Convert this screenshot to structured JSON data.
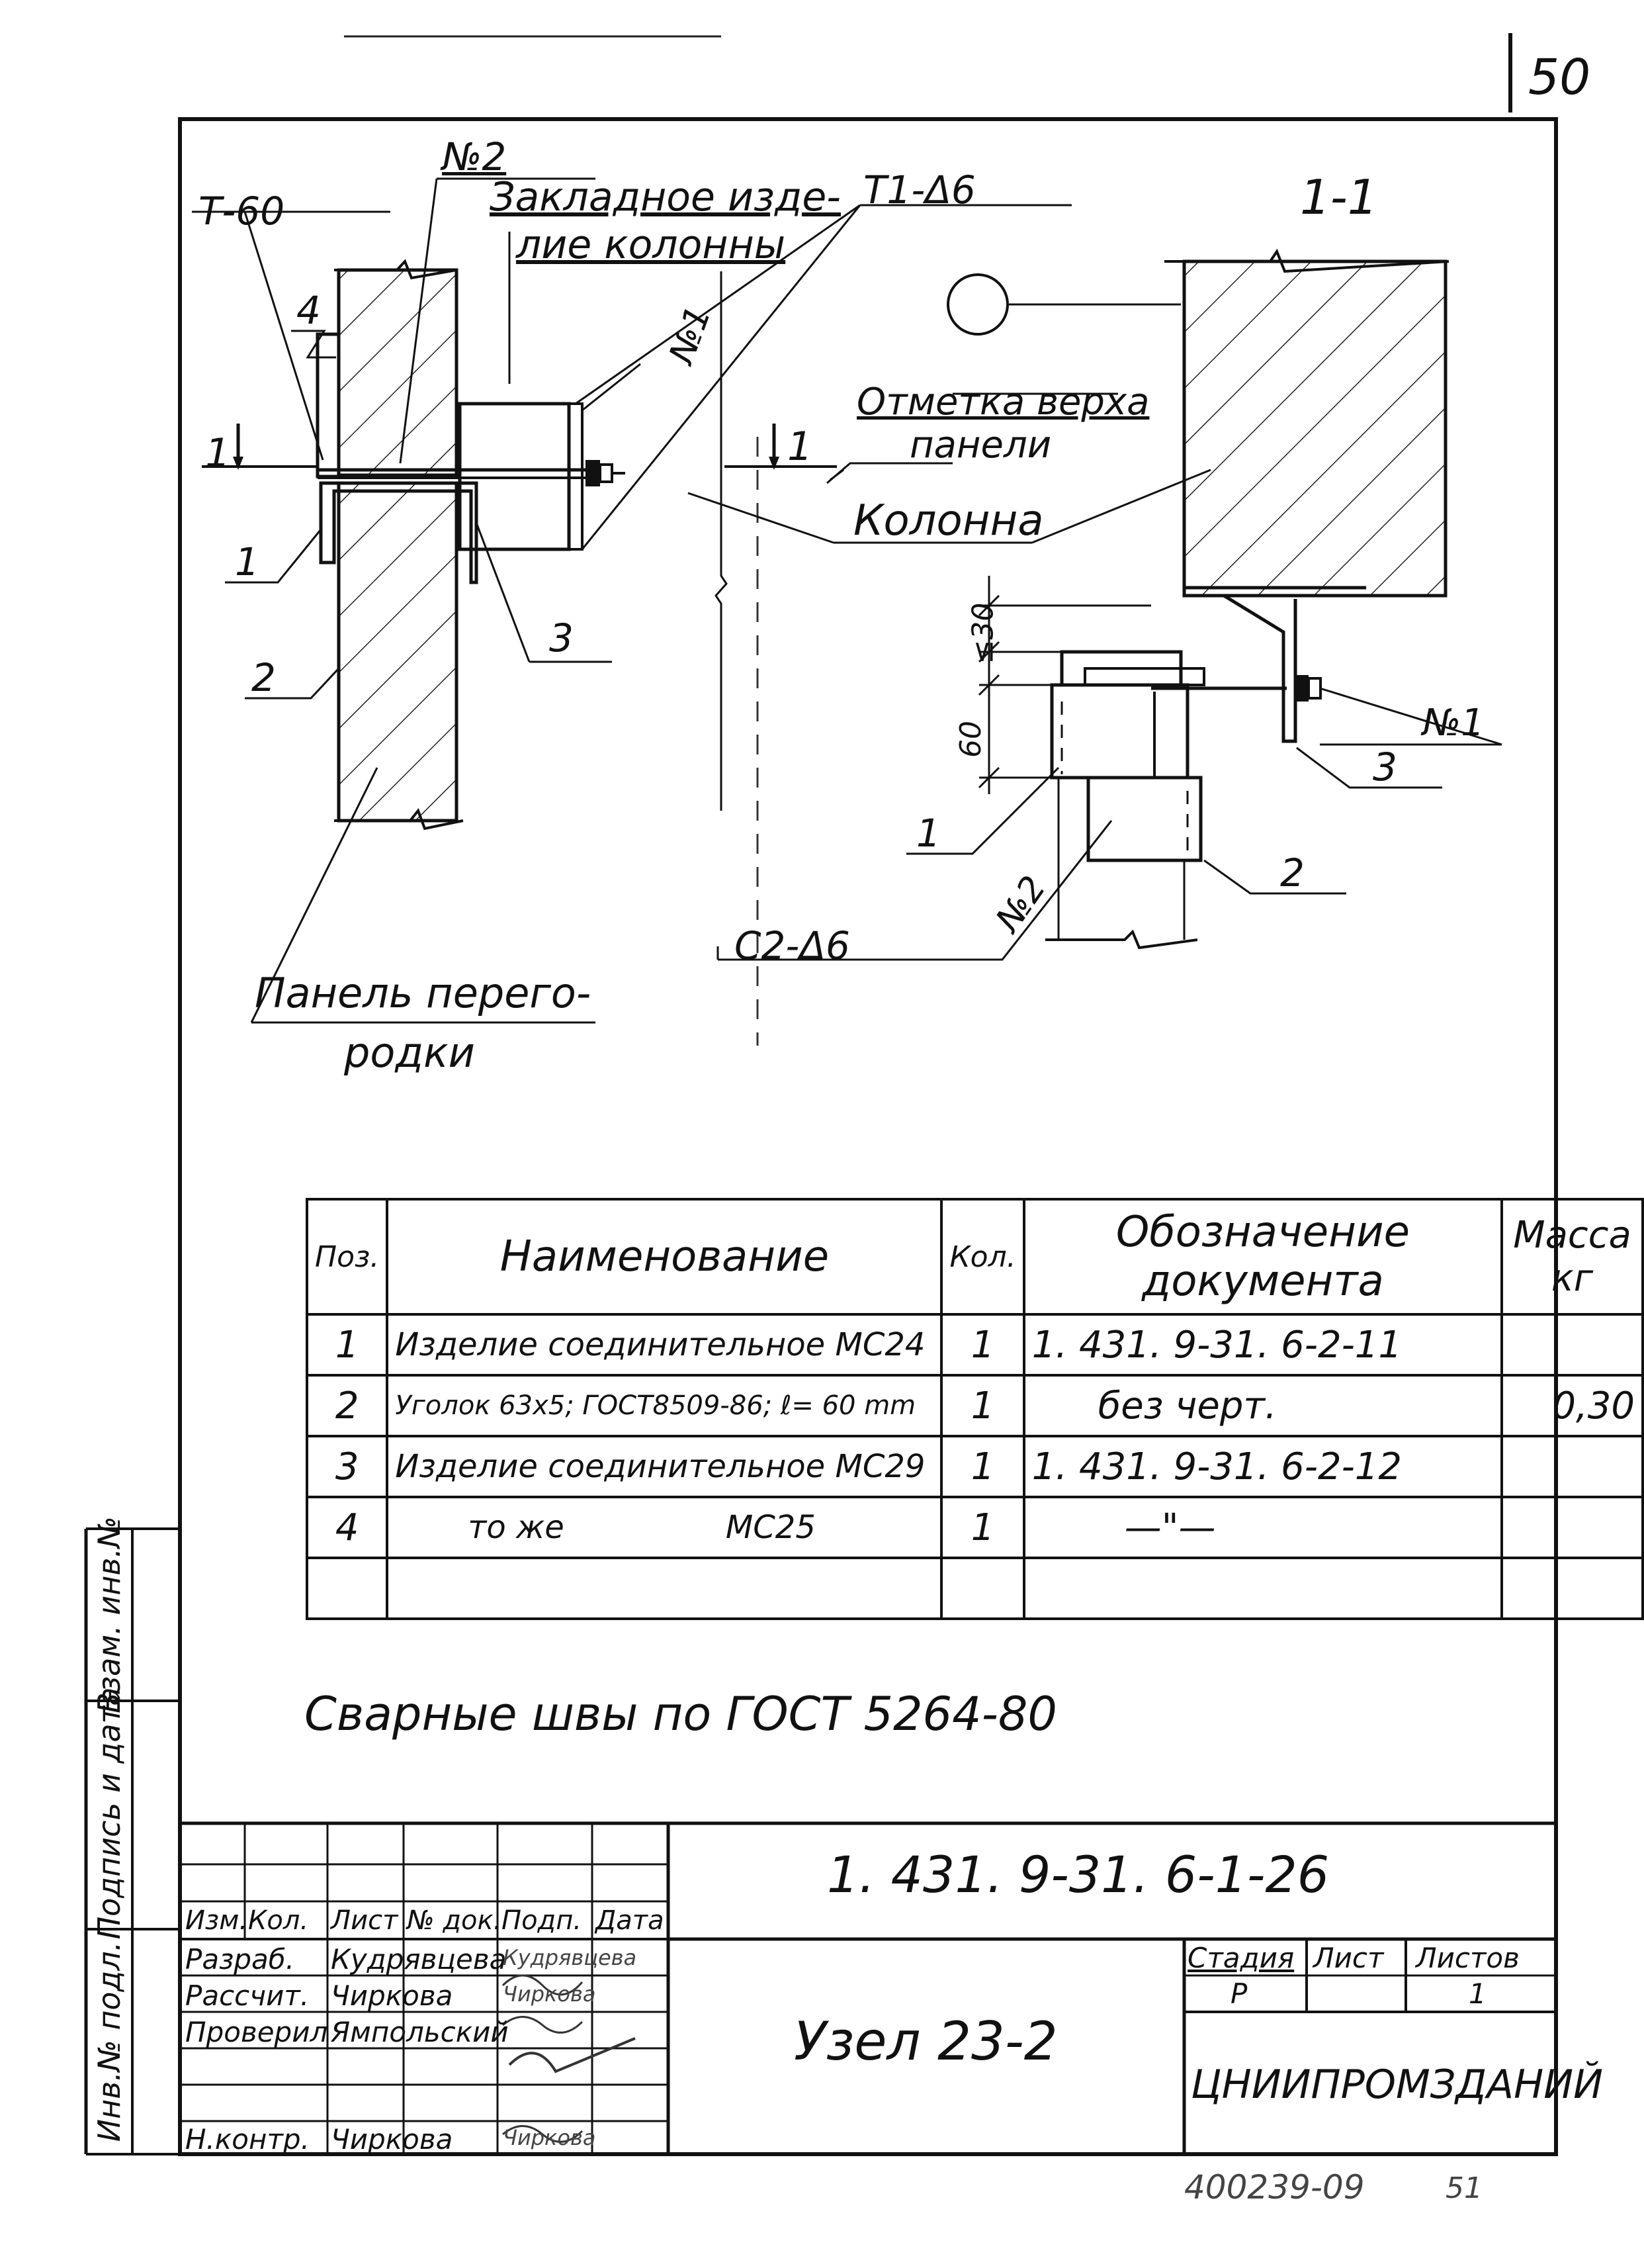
{
  "page_number": "50",
  "drawing": {
    "label_t60": "Т-60",
    "label_no2_top": "№2",
    "label_embedded_1": "Закладное изде-",
    "label_embedded_2": "лие колонны",
    "label_t1": "Т1-Δ6",
    "label_section": "1-1",
    "label_4": "4",
    "label_no1_top": "№1",
    "label_cut_left": "1",
    "label_cut_right": "1",
    "label_mark_1": "Отметка верха",
    "label_mark_2": "панели",
    "label_column": "Колонна",
    "label_pos1_left": "1",
    "label_pos3_left": "3",
    "label_pos2_left": "2",
    "label_dim30": "≤30",
    "label_dim60": "60",
    "label_no1_right": "№1",
    "label_pos3_right": "3",
    "label_pos1_right": "1",
    "label_pos2_right": "2",
    "label_no2_right": "№2",
    "label_c2": "С2-Δ6",
    "label_panel_1": "Панель перего-",
    "label_panel_2": "родки"
  },
  "spec_table": {
    "headers": {
      "pos": "Поз.",
      "name": "Наименование",
      "qty": "Кол.",
      "doc": "Обозначение документа",
      "mass": "Масса кг"
    },
    "rows": [
      {
        "pos": "1",
        "name": "Изделие соединительное МС24",
        "qty": "1",
        "doc": "1. 431. 9-31. 6-2-11",
        "mass": ""
      },
      {
        "pos": "2",
        "name": "Уголок 63х5; ГОСТ8509-86; ℓ= 60 mm",
        "qty": "1",
        "doc": "без черт.",
        "mass": "0,30"
      },
      {
        "pos": "3",
        "name": "Изделие соединительное МС29",
        "qty": "1",
        "doc": "1. 431. 9-31. 6-2-12",
        "mass": ""
      },
      {
        "pos": "4",
        "name": "то же                МС25",
        "qty": "1",
        "doc": "—\"—",
        "mass": ""
      },
      {
        "pos": "",
        "name": "",
        "qty": "",
        "doc": "",
        "mass": ""
      }
    ]
  },
  "note": "Сварные швы по ГОСТ 5264-80",
  "side_strip": {
    "inv_podl": "Инв.№ подл.",
    "podpis": "Подпись и дата",
    "vzam": "Взам. инв.№"
  },
  "title_block": {
    "doc_code": "1. 431. 9-31. 6-1-26",
    "col_headers": [
      "Изм.",
      "Кол.",
      "Лист",
      "№ док.",
      "Подп.",
      "Дата"
    ],
    "people": [
      {
        "role": "Разраб.",
        "name": "Кудрявцева",
        "sign": "Кудрявцева"
      },
      {
        "role": "Рассчит.",
        "name": "Чиркова",
        "sign": "Чиркова"
      },
      {
        "role": "Проверил",
        "name": "Ямпольский",
        "sign": ""
      },
      {
        "role": "Н.контр.",
        "name": "Чиркова",
        "sign": "Чиркова"
      }
    ],
    "title": "Узел 23-2",
    "stage_header": "Стадия",
    "sheet_header": "Лист",
    "sheets_header": "Листов",
    "stage_value": "Р",
    "sheets_value": "1",
    "org": "ЦНИИПРОМЗДАНИЙ"
  },
  "footer_number": "400239-09",
  "footer_page": "51"
}
